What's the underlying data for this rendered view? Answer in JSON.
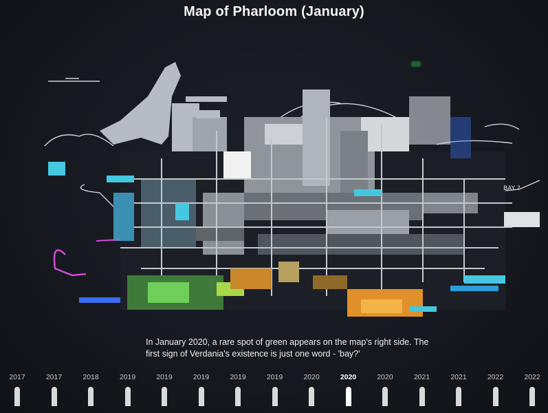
{
  "title": "Map of Pharloom (January)",
  "caption": "In January 2020, a rare spot of green appears on the map's right side. The first sign of Verdania's existence is just one word - 'bay?'",
  "map_note": "BAY ?",
  "timeline": {
    "selected_index": 9,
    "years": [
      "2017",
      "2017",
      "2018",
      "2019",
      "2019",
      "2019",
      "2019",
      "2019",
      "2020",
      "2020",
      "2020",
      "2021",
      "2021",
      "2022",
      "2022"
    ]
  },
  "colors": {
    "background": "#14161c",
    "map_main": "#b9bec4",
    "accent_cyan": "#45c7e0",
    "accent_magenta": "#d24ad8",
    "accent_green": "#6fcf5a",
    "accent_orange": "#e0902a",
    "accent_blue": "#3a6df0"
  }
}
